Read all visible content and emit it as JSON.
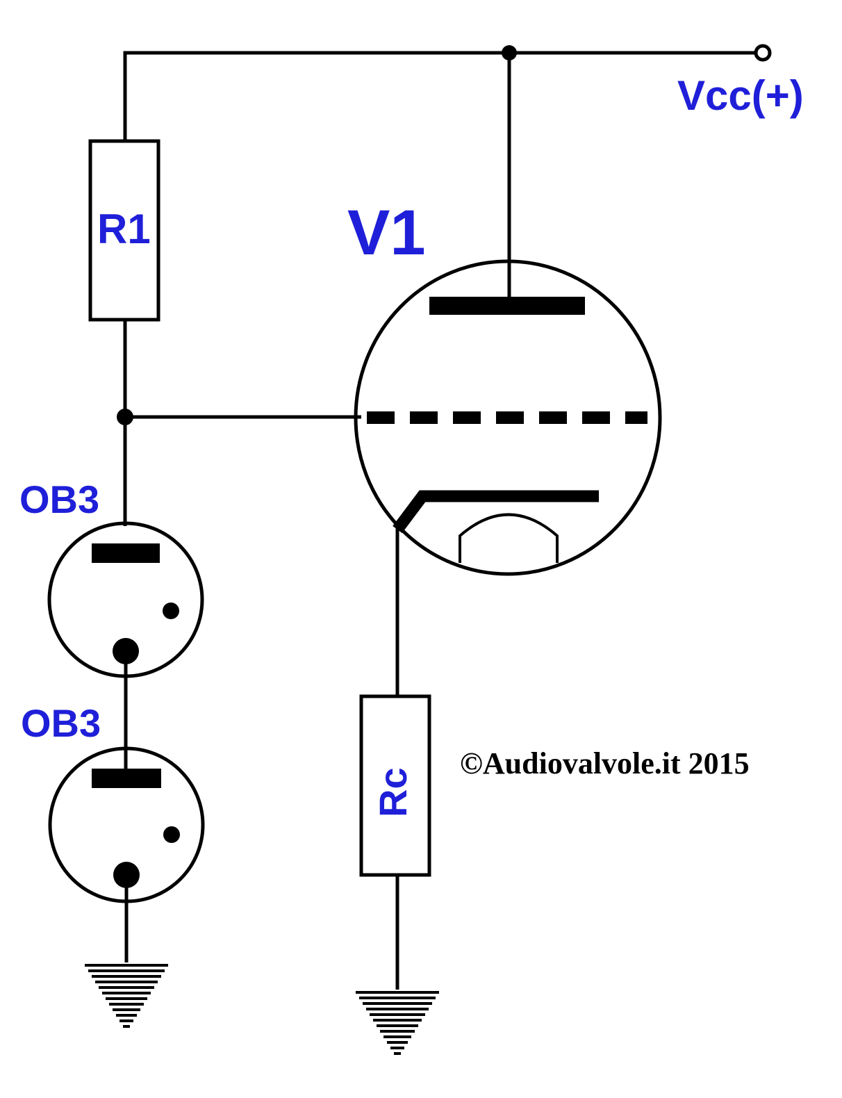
{
  "labels": {
    "vcc": "Vcc(+)",
    "r1": "R1",
    "v1": "V1",
    "ob3_top": "OB3",
    "ob3_bottom": "OB3",
    "rc": "Rc"
  },
  "copyright": "©Audiovalvole.it 2015",
  "colors": {
    "label": "#1f1fd9",
    "line": "#000000",
    "background": "#ffffff"
  }
}
